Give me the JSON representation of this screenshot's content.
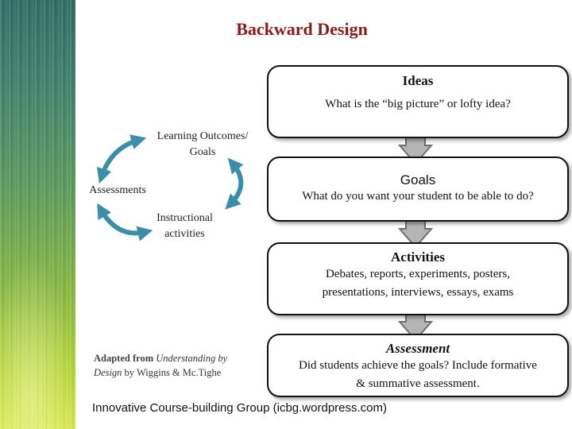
{
  "title": "Backward Design",
  "stages": [
    {
      "heading": "Ideas",
      "body": "What is the “big picture” or lofty idea?"
    },
    {
      "heading": "Goals",
      "body": "What do you want your student to be able to do?"
    },
    {
      "heading": "Activities",
      "body_line1": "Debates, reports, experiments, posters,",
      "body_line2": "presentations, interviews, essays, exams"
    },
    {
      "heading": "Assessment",
      "body_line1": "Did students achieve the goals? Include formative",
      "body_line2": "& summative assessment."
    }
  ],
  "cycle": {
    "outcomes_line1": "Learning Outcomes/",
    "outcomes_line2": "Goals",
    "assessments": "Assessments",
    "instructional_line1": "Instructional",
    "instructional_line2": "activities",
    "arrow_color": "#3a8fa8"
  },
  "credit": {
    "lead": "Adapted from",
    "work_line1": "Understanding by",
    "work_line2": "Design",
    "by": "by Wiggins & Mc.Tighe"
  },
  "footer": "Innovative Course-building Group (icbg.wordpress.com)",
  "colors": {
    "title": "#8a1a1a",
    "down_arrow_fill": "#b5b5b5",
    "down_arrow_stroke": "#6f6f6f"
  }
}
